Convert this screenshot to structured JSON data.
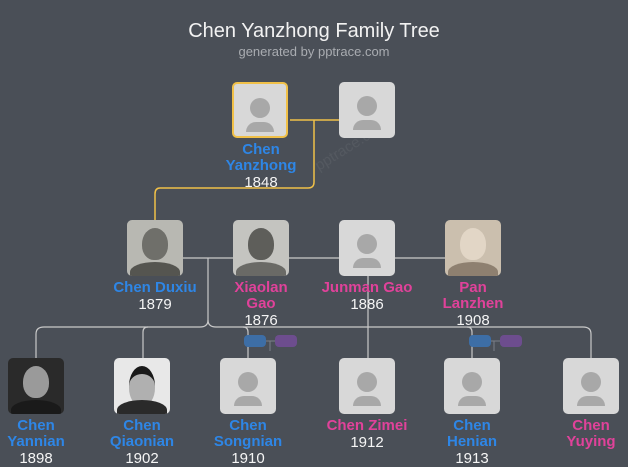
{
  "header": {
    "title": "Chen Yanzhong Family Tree",
    "subtitle": "generated by pptrace.com",
    "watermark": "pptrace.com"
  },
  "colors": {
    "background": "#4a4f57",
    "male": "#2e86e6",
    "female": "#e0429a",
    "selected_border": "#f0c048",
    "line": "#c9c9c9"
  },
  "generation1": [
    {
      "name_line1": "Chen",
      "name_line2": "Yanzhong",
      "year": "1848",
      "gender": "male",
      "photo": "placeholder",
      "selected": true
    },
    {
      "name_line1": "",
      "name_line2": "",
      "year": "",
      "gender": "unknown",
      "photo": "placeholder",
      "selected": false
    }
  ],
  "generation2": [
    {
      "name_line1": "Chen Duxiu",
      "name_line2": "",
      "year": "1879",
      "gender": "male",
      "photo": "portrait"
    },
    {
      "name_line1": "Xiaolan",
      "name_line2": "Gao",
      "year": "1876",
      "gender": "female",
      "photo": "portrait"
    },
    {
      "name_line1": "Junman Gao",
      "name_line2": "",
      "year": "1886",
      "gender": "female",
      "photo": "placeholder"
    },
    {
      "name_line1": "Pan",
      "name_line2": "Lanzhen",
      "year": "1908",
      "gender": "female",
      "photo": "portrait"
    }
  ],
  "generation3": [
    {
      "name_line1": "Chen",
      "name_line2": "Yannian",
      "year": "1898",
      "gender": "male",
      "photo": "portrait"
    },
    {
      "name_line1": "Chen",
      "name_line2": "Qiaonian",
      "year": "1902",
      "gender": "male",
      "photo": "portrait"
    },
    {
      "name_line1": "Chen",
      "name_line2": "Songnian",
      "year": "1910",
      "gender": "male",
      "photo": "placeholder"
    },
    {
      "name_line1": "Chen Zimei",
      "name_line2": "",
      "year": "1912",
      "gender": "female",
      "photo": "placeholder"
    },
    {
      "name_line1": "Chen",
      "name_line2": "Henian",
      "year": "1913",
      "gender": "male",
      "photo": "placeholder"
    },
    {
      "name_line1": "Chen",
      "name_line2": "Yuying",
      "year": "",
      "gender": "female",
      "photo": "placeholder"
    }
  ]
}
